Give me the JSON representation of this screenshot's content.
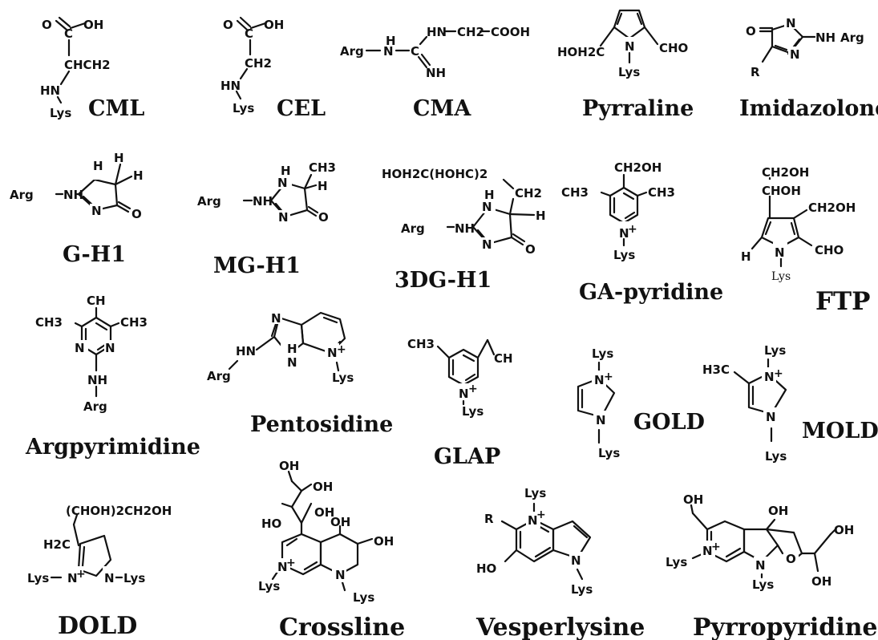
{
  "compounds": [
    {
      "name": "CML",
      "atoms": [
        "O",
        "OH",
        "C",
        "CHCH2",
        "HN",
        "Lys"
      ]
    },
    {
      "name": "CEL",
      "atoms": [
        "O",
        "OH",
        "C",
        "CH2",
        "HN",
        "Lys"
      ]
    },
    {
      "name": "CMA",
      "atoms": [
        "Arg",
        "H",
        "N",
        "C",
        "HN",
        "CH2",
        "COOH",
        "NH"
      ]
    },
    {
      "name": "Pyrraline",
      "atoms": [
        "HOH2C",
        "N",
        "CHO",
        "Lys"
      ]
    },
    {
      "name": "Imidazolone",
      "atoms": [
        "O",
        "N",
        "NH",
        "Arg",
        "N",
        "R"
      ]
    },
    {
      "name": "G-H1",
      "atoms": [
        "H",
        "H",
        "H",
        "Arg",
        "NH",
        "N",
        "O"
      ]
    },
    {
      "name": "MG-H1",
      "atoms": [
        "CH3",
        "H",
        "N",
        "H",
        "Arg",
        "NH",
        "N",
        "O"
      ]
    },
    {
      "name": "3DG-H1",
      "atoms": [
        "HOH2C(HOHC)2",
        "CH2",
        "H",
        "N",
        "H",
        "Arg",
        "NH",
        "N",
        "O"
      ]
    },
    {
      "name": "GA-pyridine",
      "atoms": [
        "CH2OH",
        "CH3",
        "CH3",
        "N",
        "+",
        "Lys"
      ]
    },
    {
      "name": "FTP",
      "atoms": [
        "CH2OH",
        "CHOH",
        "CH2OH",
        "H",
        "N",
        "CHO",
        "Lys"
      ]
    },
    {
      "name": "Argpyrimidine",
      "atoms": [
        "CH",
        "CH3",
        "CH3",
        "N",
        "N",
        "NH",
        "Arg"
      ]
    },
    {
      "name": "Pentosidine",
      "atoms": [
        "N",
        "HN",
        "H",
        "N",
        "N",
        "+",
        "Arg",
        "Lys"
      ]
    },
    {
      "name": "GLAP",
      "atoms": [
        "CH3",
        "CH",
        "N",
        "+",
        "Lys"
      ]
    },
    {
      "name": "GOLD",
      "atoms": [
        "Lys",
        "N",
        "+",
        "N",
        "Lys"
      ]
    },
    {
      "name": "MOLD",
      "atoms": [
        "Lys",
        "H3C",
        "N",
        "+",
        "N",
        "Lys"
      ]
    },
    {
      "name": "DOLD",
      "atoms": [
        "(CHOH)2CH2OH",
        "H2C",
        "Lys",
        "N",
        "+",
        "N",
        "Lys"
      ]
    },
    {
      "name": "Crossline",
      "atoms": [
        "OH",
        "OH",
        "HO",
        "OH",
        "OH",
        "OH",
        "N",
        "+",
        "Lys",
        "N",
        "Lys"
      ]
    },
    {
      "name": "Vesperlysine",
      "atoms": [
        "Lys",
        "N",
        "+",
        "R",
        "HO",
        "N",
        "Lys"
      ]
    },
    {
      "name": "Pyrropyridine",
      "atoms": [
        "OH",
        "OH",
        "OH",
        "N",
        "+",
        "Lys",
        "N",
        "O",
        "Lys",
        "OH"
      ]
    }
  ]
}
